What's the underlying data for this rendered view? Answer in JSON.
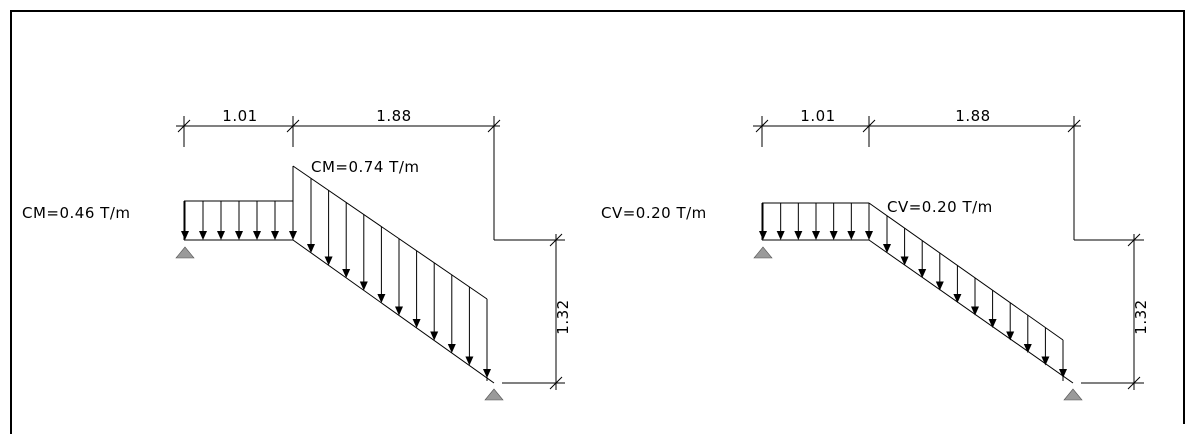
{
  "diagrams": [
    {
      "id": "dead-load",
      "landing_load_label": "CM=0.46 T/m",
      "ramp_load_label": "CM=0.74 T/m",
      "dim_landing_length": "1.01",
      "dim_ramp_length": "1.88",
      "dim_height": "1.32",
      "load_shape": "stepped-tall"
    },
    {
      "id": "live-load",
      "landing_load_label": "CV=0.20 T/m",
      "ramp_load_label": "CV=0.20 T/m",
      "dim_landing_length": "1.01",
      "dim_ramp_length": "1.88",
      "dim_height": "1.32",
      "load_shape": "uniform"
    }
  ],
  "colors": {
    "line": "#000000",
    "support_fill": "#9a9a9a",
    "background": "#ffffff"
  },
  "icons": {
    "support": "pinned-support-icon",
    "load_arrow": "down-arrow-icon"
  }
}
